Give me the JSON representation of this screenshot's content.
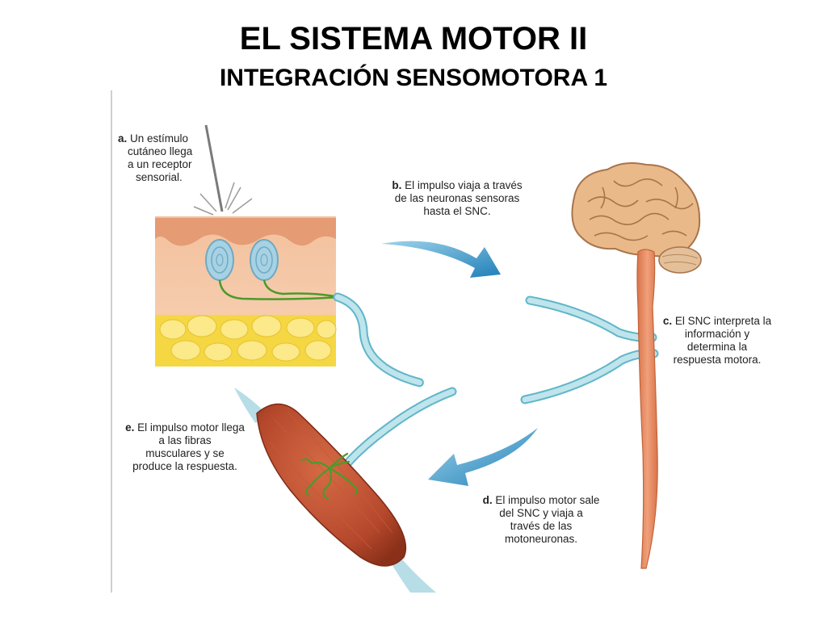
{
  "slide": {
    "title": "EL SISTEMA MOTOR II",
    "subtitle": "INTEGRACIÓN SENSOMOTORA 1"
  },
  "steps": {
    "a": {
      "letter": "a.",
      "lines": [
        "Un estímulo",
        "cutáneo llega",
        "a un receptor",
        "sensorial."
      ]
    },
    "b": {
      "letter": "b.",
      "lines": [
        "El impulso viaja a través",
        "de las neuronas sensoras",
        "hasta el SNC."
      ]
    },
    "c": {
      "letter": "c.",
      "lines": [
        "El SNC interpreta la",
        "información y",
        "determina la",
        "respuesta motora."
      ]
    },
    "d": {
      "letter": "d.",
      "lines": [
        "El impulso motor sale",
        "del SNC y viaja a",
        "través de las",
        "motoneuronas."
      ]
    },
    "e": {
      "letter": "e.",
      "lines": [
        "El impulso motor llega",
        "a las fibras",
        "musculares y se",
        "produce la respuesta."
      ]
    }
  },
  "colors": {
    "skin_top": "#e9a07a",
    "skin_mid": "#f4c7a6",
    "fat": "#f5d743",
    "nerve": "#a9d8e2",
    "nerve_dark": "#5fb6c9",
    "receptor": "#a7d2e4",
    "nerve_fiber": "#4c9a2a",
    "arrow": "#2f93c6",
    "brain": "#e9b888",
    "cerebellum": "#e3c09a",
    "spinal_cord": "#e58a5c",
    "muscle": "#b5482c",
    "tendon": "#b7dde7"
  },
  "icons": [
    "stimulus-needle-icon",
    "receptor-icon",
    "brain-icon",
    "muscle-icon",
    "arrow-icon"
  ]
}
